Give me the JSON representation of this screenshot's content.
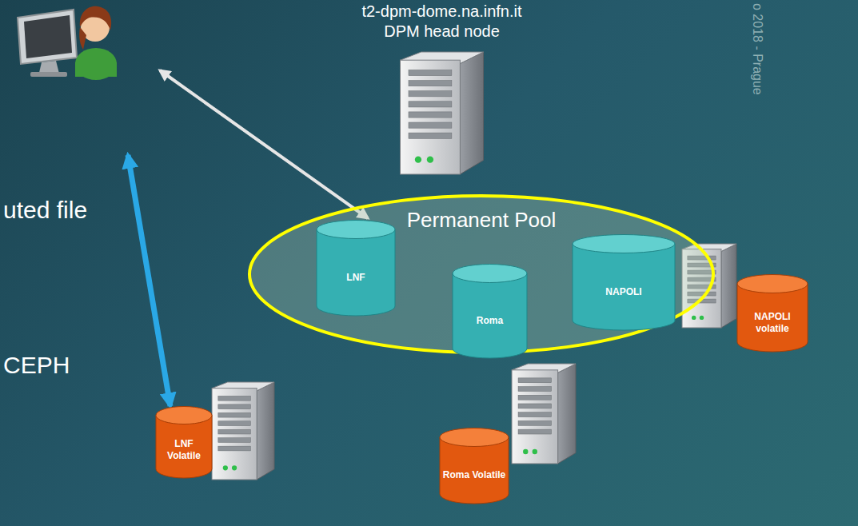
{
  "diagram": {
    "nodes": [
      {
        "text": [
          "t2-dpm-dome.na.infn.it",
          "DPM head node"
        ]
      },
      {
        "text": [
          "Permanent Pool"
        ]
      },
      {
        "text": [
          "LNF"
        ],
        "in": 1
      },
      {
        "text": [
          "Roma"
        ],
        "in": 1
      },
      {
        "text": [
          "NAPOLI"
        ],
        "in": 1
      },
      {
        "text": [
          "LNF Volatile"
        ]
      },
      {
        "text": [
          "Roma Volatile"
        ]
      },
      {
        "text": [
          "NAPOLI volatile"
        ]
      }
    ],
    "labels": [
      "uted file",
      "CEPH",
      "o 2018 - Prague"
    ]
  }
}
